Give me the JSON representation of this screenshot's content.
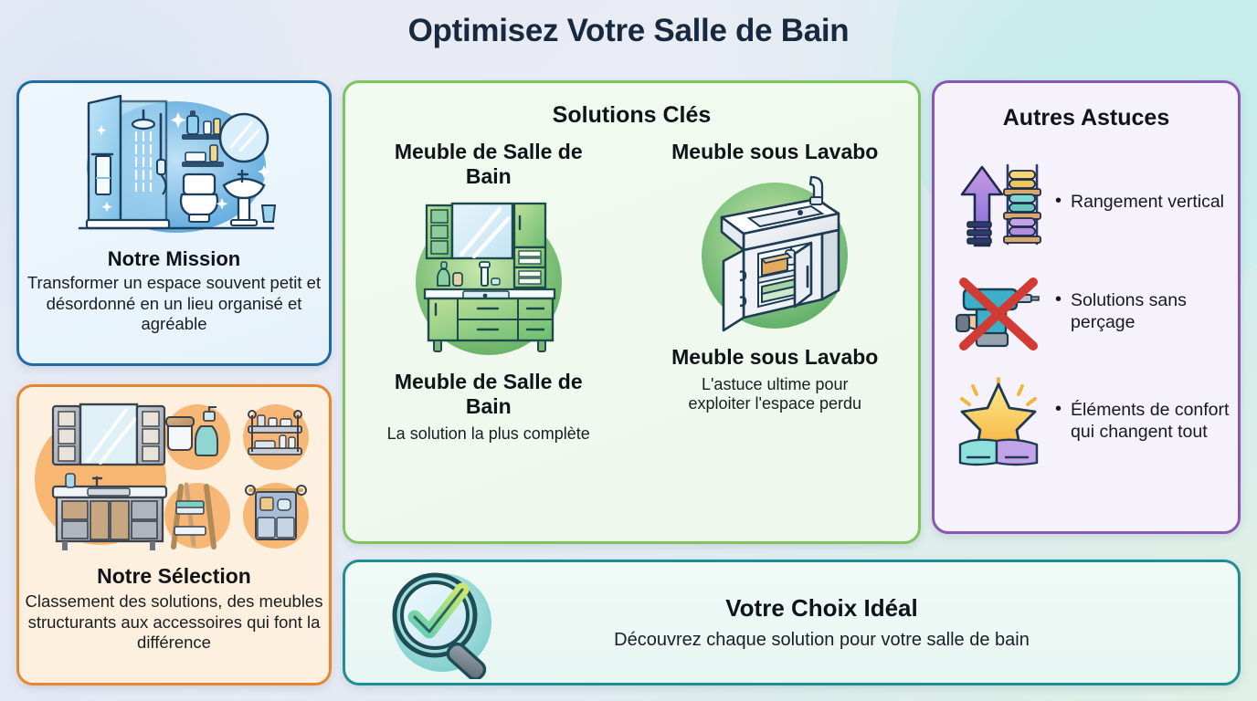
{
  "title": "Optimisez Votre Salle de Bain",
  "colors": {
    "title_text": "#17293f",
    "mission_border": "#1d6aa5",
    "selection_border": "#e8862e",
    "solutions_border": "#80c45f",
    "astuces_border": "#8b55b8",
    "choice_border": "#1d8e94"
  },
  "mission": {
    "illustration": "bathroom-scene-icon",
    "title": "Notre Mission",
    "desc": "Transformer un espace souvent petit et désordonné en un lieu organisé et agréable"
  },
  "selection": {
    "illustration": "bathroom-products-grid-icon",
    "title": "Notre Sélection",
    "desc": "Classement des solutions, des meubles structurants aux accessoires qui font la différence"
  },
  "solutions": {
    "heading": "Solutions Clés",
    "columns": [
      {
        "top_title": "Meuble de Salle de Bain",
        "illustration": "green-vanity-unit-icon",
        "bottom_title": "Meuble de Salle de Bain",
        "subtitle": "La solution la plus complète"
      },
      {
        "top_title": "Meuble sous Lavabo",
        "illustration": "under-sink-cabinet-icon",
        "bottom_title": "Meuble sous Lavabo",
        "subtitle": "L'astuce ultime pour exploiter l'espace perdu"
      }
    ]
  },
  "astuces": {
    "heading": "Autres Astuces",
    "bullet": "•",
    "items": [
      {
        "icon": "vertical-storage-arrow-shelf-icon",
        "label": "Rangement vertical"
      },
      {
        "icon": "no-drilling-crossed-drill-icon",
        "label": "Solutions sans perçage"
      },
      {
        "icon": "star-towels-comfort-icon",
        "label": "Éléments de confort qui changent tout"
      }
    ]
  },
  "choice": {
    "icon": "magnifier-checkmark-icon",
    "title": "Votre Choix Idéal",
    "subtitle": "Découvrez chaque solution pour votre salle de bain"
  }
}
